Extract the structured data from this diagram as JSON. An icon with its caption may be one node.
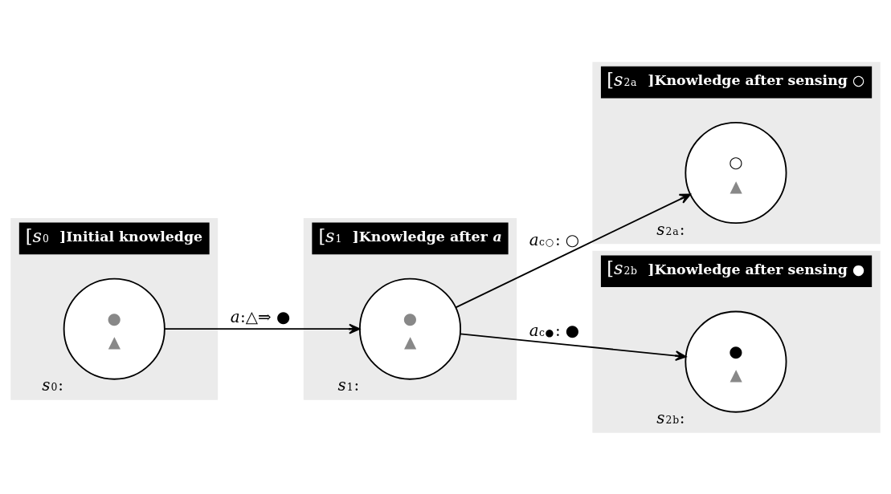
{
  "diagram": {
    "nodes": [
      {
        "text": [
          "[*s*$_{0}$]",
          "Initial knowledge"
        ]
      },
      {
        "text": [
          "●",
          "▲"
        ],
        "in": 0,
        "beside": [
          "*s*$_{0}$:"
        ]
      },
      {
        "text": [
          "[*s*$_{1}$]",
          "Knowledge after *a*"
        ]
      },
      {
        "text": [
          "●",
          "▲"
        ],
        "in": 2,
        "beside": [
          "*s*$_{1}$:"
        ]
      },
      {
        "text": [
          "[*s*$_{2}$$^{a}$]",
          "Knowledge after sensing ○"
        ]
      },
      {
        "text": [
          "○",
          "▲"
        ],
        "in": 4,
        "beside": [
          "*s*$_{2}$$^{a}$:"
        ]
      },
      {
        "text": [
          "[*s*$_{2}$$^{b}$]",
          "Knowledge after sensing ●"
        ]
      },
      {
        "text": [
          "●",
          "▲"
        ],
        "in": 6,
        "beside": [
          "*s*$_{2}$$^{b}$:"
        ]
      }
    ],
    "edges": [
      {
        "from": 1,
        "to": 3,
        "arrow": "to",
        "label": "*a*:△⇒ ●"
      },
      {
        "from": 3,
        "to": 5,
        "arrow": "to",
        "label": "*a*$_{c}$$^{○}$: ○"
      },
      {
        "from": 3,
        "to": 7,
        "arrow": "to",
        "label": "*a*$_{c}$$^{●}$: ●"
      }
    ]
  }
}
